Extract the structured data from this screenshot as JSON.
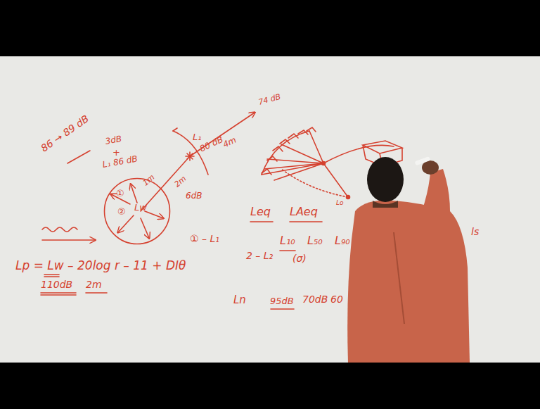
{
  "diagram": {
    "nodes": [
      {
        "text": [
          "①",
          "②",
          "Lw"
        ]
      }
    ],
    "labels": [
      "86 → 89 dB",
      "3dB",
      "+",
      "L₁ 86 dB",
      "L₁",
      "80 dB",
      "74 dB",
      "4m",
      "1m",
      "2m",
      "6dB",
      "① – L₁",
      "2 – L₂",
      "Lp = Lw – 20log r – 11 + DIθ",
      "110dB",
      "2m",
      "Leq",
      "LAeq",
      "L₁₀",
      "L₅₀",
      "L₉₀",
      "(σ)",
      "Ln",
      "95dB",
      "70dB",
      "60",
      "Lo",
      "ls"
    ]
  }
}
